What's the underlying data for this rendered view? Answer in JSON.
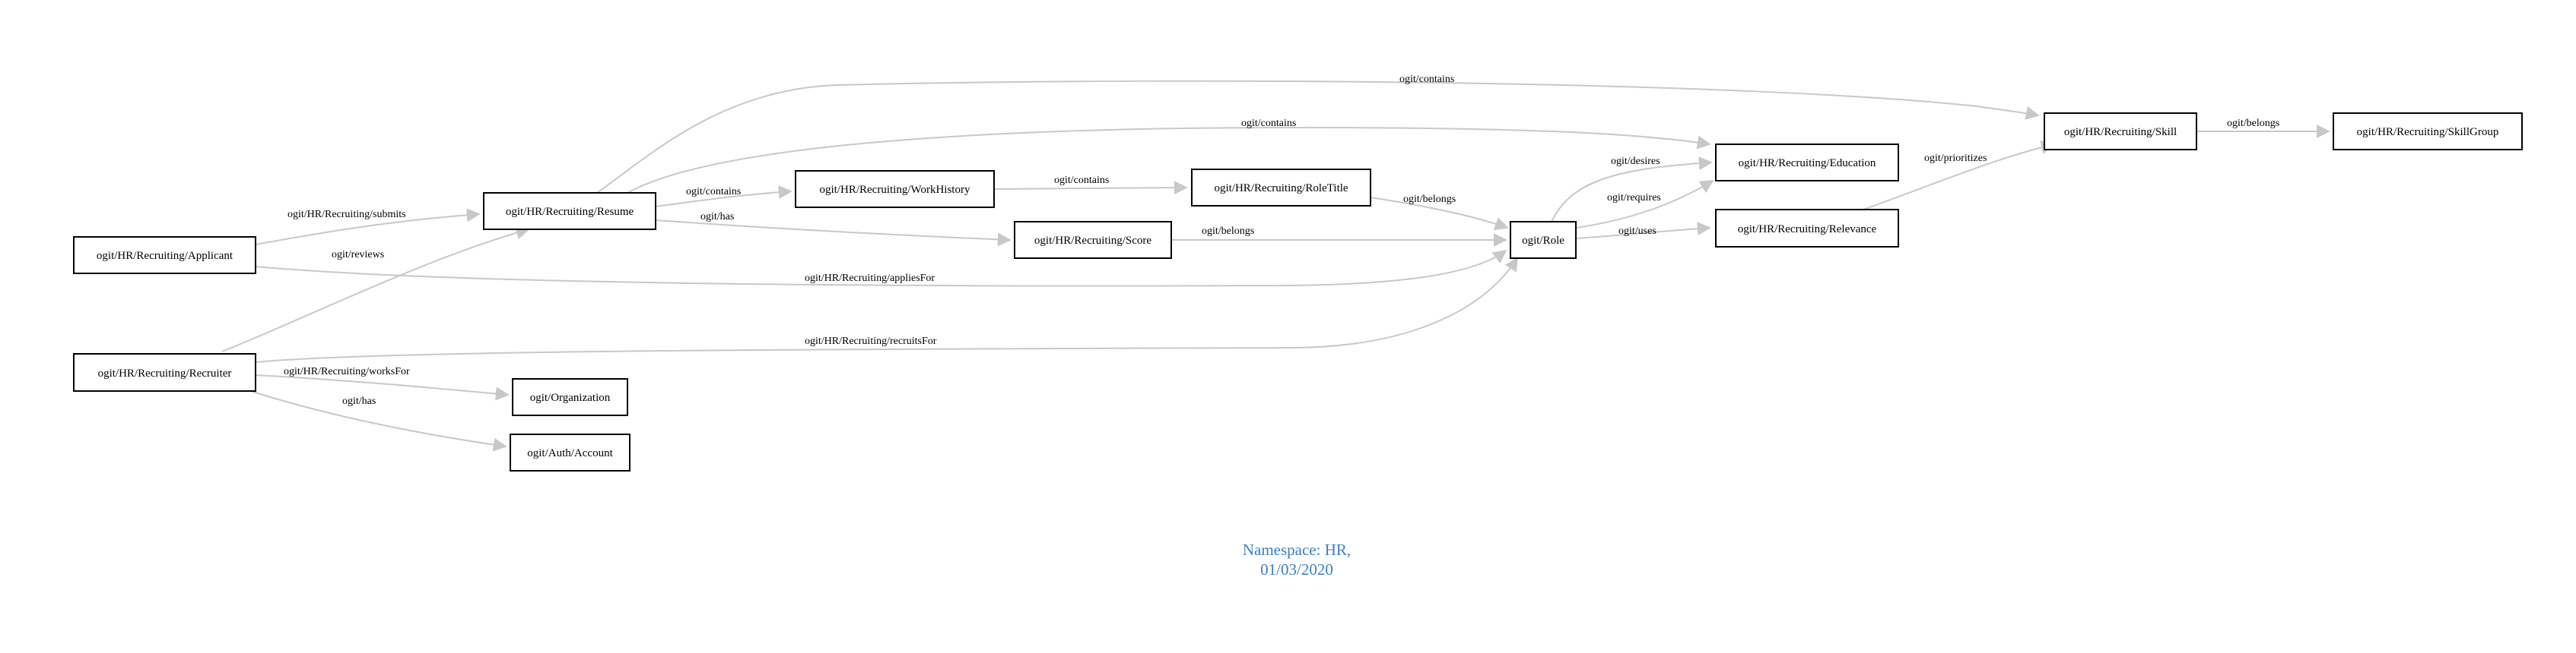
{
  "colors": {
    "edge": "#c8c8c8",
    "node_border": "#000000",
    "footer_text": "#3a7fc1"
  },
  "nodes": {
    "applicant": "ogit/HR/Recruiting/Applicant",
    "recruiter": "ogit/HR/Recruiting/Recruiter",
    "resume": "ogit/HR/Recruiting/Resume",
    "organization": "ogit/Organization",
    "account": "ogit/Auth/Account",
    "workhistory": "ogit/HR/Recruiting/WorkHistory",
    "score": "ogit/HR/Recruiting/Score",
    "roletitle": "ogit/HR/Recruiting/RoleTitle",
    "role": "ogit/Role",
    "education": "ogit/HR/Recruiting/Education",
    "relevance": "ogit/HR/Recruiting/Relevance",
    "skill": "ogit/HR/Recruiting/Skill",
    "skillgroup": "ogit/HR/Recruiting/SkillGroup"
  },
  "edges": {
    "applicant_resume": "ogit/HR/Recruiting/submits",
    "applicant_role": "ogit/HR/Recruiting/appliesFor",
    "recruiter_resume": "ogit/reviews",
    "recruiter_role": "ogit/HR/Recruiting/recruitsFor",
    "recruiter_org": "ogit/HR/Recruiting/worksFor",
    "recruiter_account": "ogit/has",
    "resume_skill": "ogit/contains",
    "resume_education": "ogit/contains",
    "resume_workhistory": "ogit/contains",
    "resume_score": "ogit/has",
    "workhistory_roletitle": "ogit/contains",
    "score_role": "ogit/belongs",
    "roletitle_role": "ogit/belongs",
    "role_education": "ogit/desires",
    "role_education_requires": "ogit/requires",
    "role_relevance": "ogit/uses",
    "relevance_skill": "ogit/prioritizes",
    "skill_skillgroup": "ogit/belongs"
  },
  "footer": {
    "namespace": "Namespace: HR,",
    "date": "01/03/2020"
  }
}
